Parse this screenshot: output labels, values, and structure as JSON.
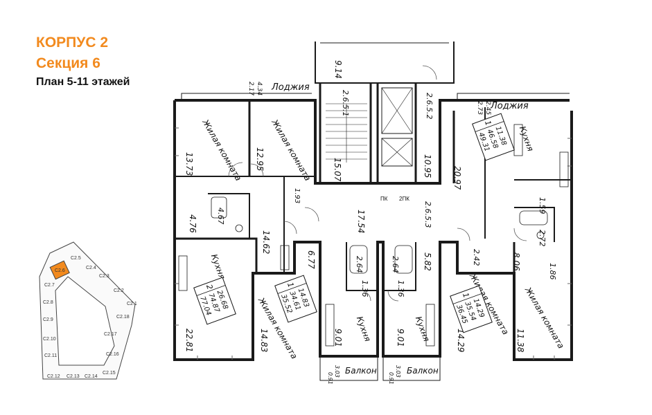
{
  "colors": {
    "accent": "#f28a1e",
    "wall": "#1a1a1a",
    "highlight": "#f28a1e"
  },
  "header": {
    "building": "КОРПУС 2",
    "section": "Секция 6",
    "plan": "План 5-11 этажей"
  },
  "plan": {
    "loggia_left": "Лоджия",
    "loggia_right": "Лоджия",
    "balcony_left": "Балкон",
    "balcony_right": "Балкон",
    "room_living_1": "Жилая комната",
    "room_living_2": "Жилая комната",
    "room_living_3": "Жилая комната",
    "room_living_4": "Жилая комната",
    "room_living_5": "Жилая комната",
    "kitchen_1": "Кухня",
    "kitchen_2": "Кухня",
    "kitchen_3": "Кухня",
    "kitchen_4": "Кухня",
    "apt_id_1": "2.6.5.1",
    "apt_id_2": "2.6.5.2",
    "apt_id_3": "2.6.5.3",
    "areas": {
      "a914": "9.14",
      "a434": "4.34",
      "a217": "2.17",
      "a245": "2.45",
      "a273": "2.73",
      "a1373": "13.73",
      "a1295": "12.95",
      "a1507": "15.07",
      "a1095": "10.95",
      "a2097": "20.97",
      "a476": "4.76",
      "a467": "4.67",
      "a193": "1.93",
      "a1462": "14.62",
      "a1754": "17.54",
      "a159": "1.59",
      "a272": "2.72",
      "a677": "6.77",
      "a264a": "2.64",
      "a264b": "2.64",
      "a136a": "1.36",
      "a136b": "1.36",
      "a582": "5.82",
      "a242": "2.42",
      "a806": "8.06",
      "a186": "1.86",
      "a2281": "22.81",
      "a1483a": "14.83",
      "a901a": "9.01",
      "a901b": "9.01",
      "a1429": "14.29",
      "a1138": "11.38",
      "a303a": "3.03",
      "a091a": "0.91",
      "a303b": "3.03",
      "a091b": "0.91"
    },
    "boxes": {
      "b1": [
        "1",
        "11.38",
        "46.58",
        "49.31"
      ],
      "b2": [
        "2",
        "26.68",
        "74.87",
        "77.04"
      ],
      "b3": [
        "1",
        "14.83",
        "34.61",
        "35.52"
      ],
      "b4": [
        "1",
        "14.29",
        "35.54",
        "36.45"
      ]
    },
    "pk1": "ПК",
    "pk2": "2ПК"
  },
  "keyplan": {
    "highlighted": "С2.6",
    "sections": [
      "С2.1",
      "С2.2",
      "С2.3",
      "С2.4",
      "С2.5",
      "С2.6",
      "С2.7",
      "С2.8",
      "С2.9",
      "С2.10",
      "С2.11",
      "С2.12",
      "С2.13",
      "С2.14",
      "С2.15",
      "С2.16",
      "С2.17",
      "С2.18"
    ]
  }
}
